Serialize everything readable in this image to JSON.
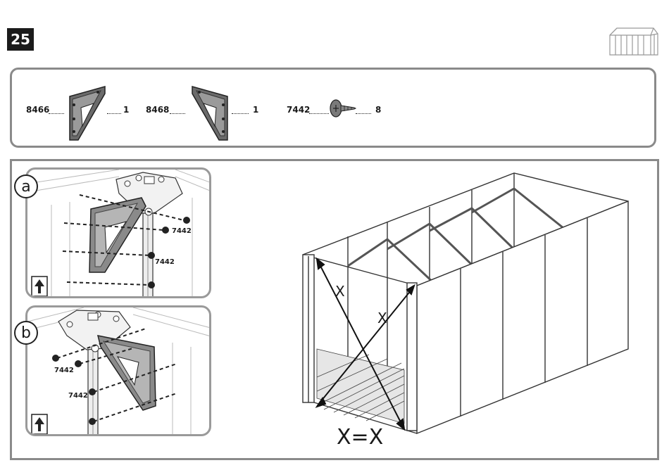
{
  "step": {
    "number": "25"
  },
  "parts": [
    {
      "code": "8466",
      "qty": "1"
    },
    {
      "code": "8468",
      "qty": "1"
    },
    {
      "code": "7442",
      "qty": "8"
    }
  ],
  "details": [
    {
      "label": "a",
      "screw_labels": [
        "7442",
        "7442"
      ]
    },
    {
      "label": "b",
      "screw_labels": [
        "7442",
        "7442"
      ]
    }
  ],
  "main": {
    "diag_label_1": "X",
    "diag_label_2": "X",
    "equality_note": "X=X"
  }
}
